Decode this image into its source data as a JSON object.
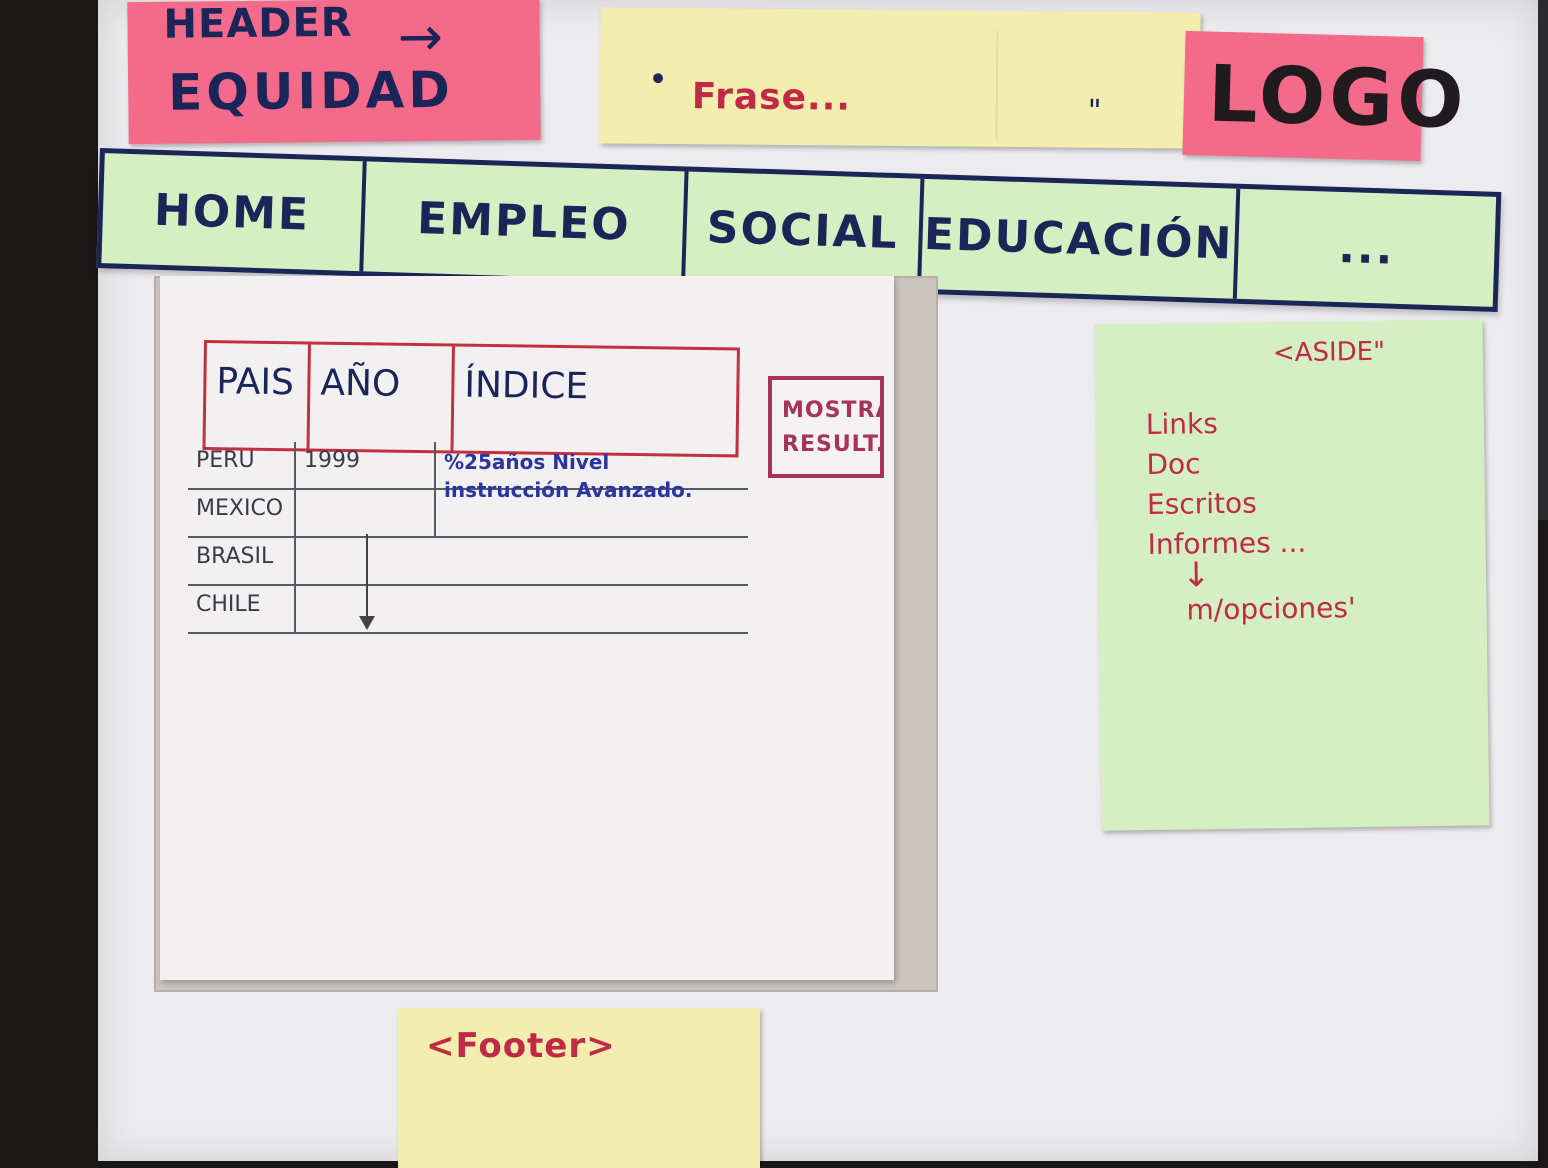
{
  "header": {
    "label": "HEADER",
    "title": "EQUIDAD",
    "arrow": "→",
    "phrase_open_quote": "•",
    "phrase": "Frase...",
    "phrase_close_quote": "\"",
    "logo": "LOGO"
  },
  "nav": {
    "items": [
      {
        "label": "HOME"
      },
      {
        "label": "EMPLEO"
      },
      {
        "label": "SOCIAL"
      },
      {
        "label": "EDUCACIÓN"
      },
      {
        "label": "..."
      }
    ]
  },
  "main": {
    "table": {
      "headers": [
        "PAIS",
        "AÑO",
        "ÍNDICE"
      ],
      "rows": [
        {
          "pais": "PERU",
          "anio": "1999",
          "indice": "%25años Nivel instrucción Avanzado."
        },
        {
          "pais": "MEXICO",
          "anio": "",
          "indice": ""
        },
        {
          "pais": "BRASIL",
          "anio": "",
          "indice": ""
        },
        {
          "pais": "CHILE",
          "anio": "",
          "indice": ""
        }
      ]
    },
    "show_button": "MOSTRAR\nRESULT..."
  },
  "aside": {
    "title": "<ASIDE\"",
    "items": [
      "Links",
      "Doc",
      "Escritos",
      "Informes ..."
    ],
    "sub_arrow": "↓",
    "sub": "m/opciones'"
  },
  "footer": {
    "label": "<Footer>"
  },
  "colors": {
    "pink": "#f46a8a",
    "yellow": "#f3eeb0",
    "green": "#d6efc2",
    "navy": "#1c2558",
    "red": "#c02a46"
  }
}
